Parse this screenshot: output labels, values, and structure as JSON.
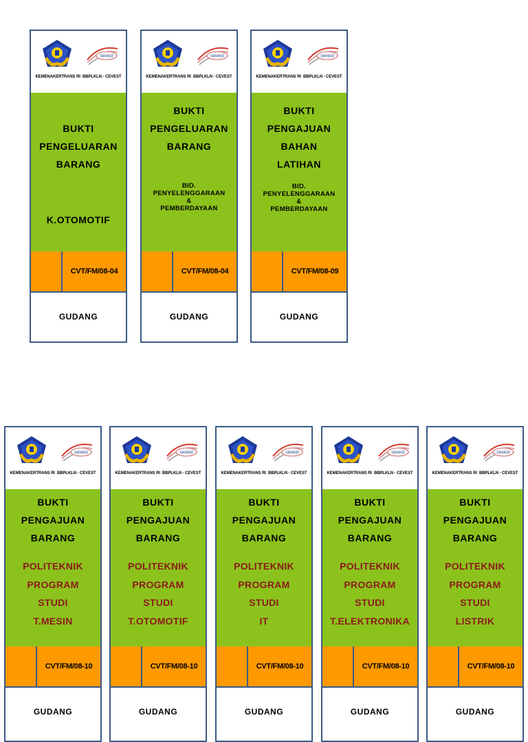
{
  "logos": {
    "left_caption": "KEMENAKERTRANS RI",
    "right_caption": "BBPLKLN - CEVEST",
    "cevest_text": "cevest"
  },
  "top_row": [
    {
      "title": [
        "BUKTI",
        "PENGELUARAN",
        "BARANG"
      ],
      "sub": [],
      "dept": "K.OTOMOTIF",
      "code": "CVT/FM/08-04",
      "footer": "GUDANG"
    },
    {
      "title": [
        "BUKTI",
        "PENGELUARAN",
        "BARANG"
      ],
      "sub": [
        "BID.",
        "PENYELENGGARAAN",
        "&",
        "PEMBERDAYAAN"
      ],
      "dept": "",
      "code": "CVT/FM/08-04",
      "footer": "GUDANG"
    },
    {
      "title": [
        "BUKTI",
        "PENGAJUAN",
        "BAHAN",
        "LATIHAN"
      ],
      "sub": [
        "BID.",
        "PENYELENGGARAAN",
        "&",
        "PEMBERDAYAAN"
      ],
      "dept": "",
      "code": "CVT/FM/08-09",
      "footer": "GUDANG"
    }
  ],
  "bottom_row": [
    {
      "title": [
        "BUKTI",
        "PENGAJUAN",
        "BARANG"
      ],
      "politeknik": [
        "POLITEKNIK",
        "PROGRAM",
        "STUDI",
        "T.MESIN"
      ],
      "code": "CVT/FM/08-10",
      "footer": "GUDANG"
    },
    {
      "title": [
        "BUKTI",
        "PENGAJUAN",
        "BARANG"
      ],
      "politeknik": [
        "POLITEKNIK",
        "PROGRAM",
        "STUDI",
        "T.OTOMOTIF"
      ],
      "code": "CVT/FM/08-10",
      "footer": "GUDANG"
    },
    {
      "title": [
        "BUKTI",
        "PENGAJUAN",
        "BARANG"
      ],
      "politeknik": [
        "POLITEKNIK",
        "PROGRAM",
        "STUDI",
        "IT"
      ],
      "code": "CVT/FM/08-10",
      "footer": "GUDANG"
    },
    {
      "title": [
        "BUKTI",
        "PENGAJUAN",
        "BARANG"
      ],
      "politeknik": [
        "POLITEKNIK",
        "PROGRAM",
        "STUDI",
        "T.ELEKTRONIKA"
      ],
      "code": "CVT/FM/08-10",
      "footer": "GUDANG"
    },
    {
      "title": [
        "BUKTI",
        "PENGAJUAN",
        "BARANG"
      ],
      "politeknik": [
        "POLITEKNIK",
        "PROGRAM",
        "STUDI",
        "LISTRIK"
      ],
      "code": "CVT/FM/08-10",
      "footer": "GUDANG"
    }
  ],
  "colors": {
    "green": "#8cc21c",
    "orange": "#ff9900",
    "border": "#3b5a86",
    "politeknik_text": "#8b1a1a"
  }
}
